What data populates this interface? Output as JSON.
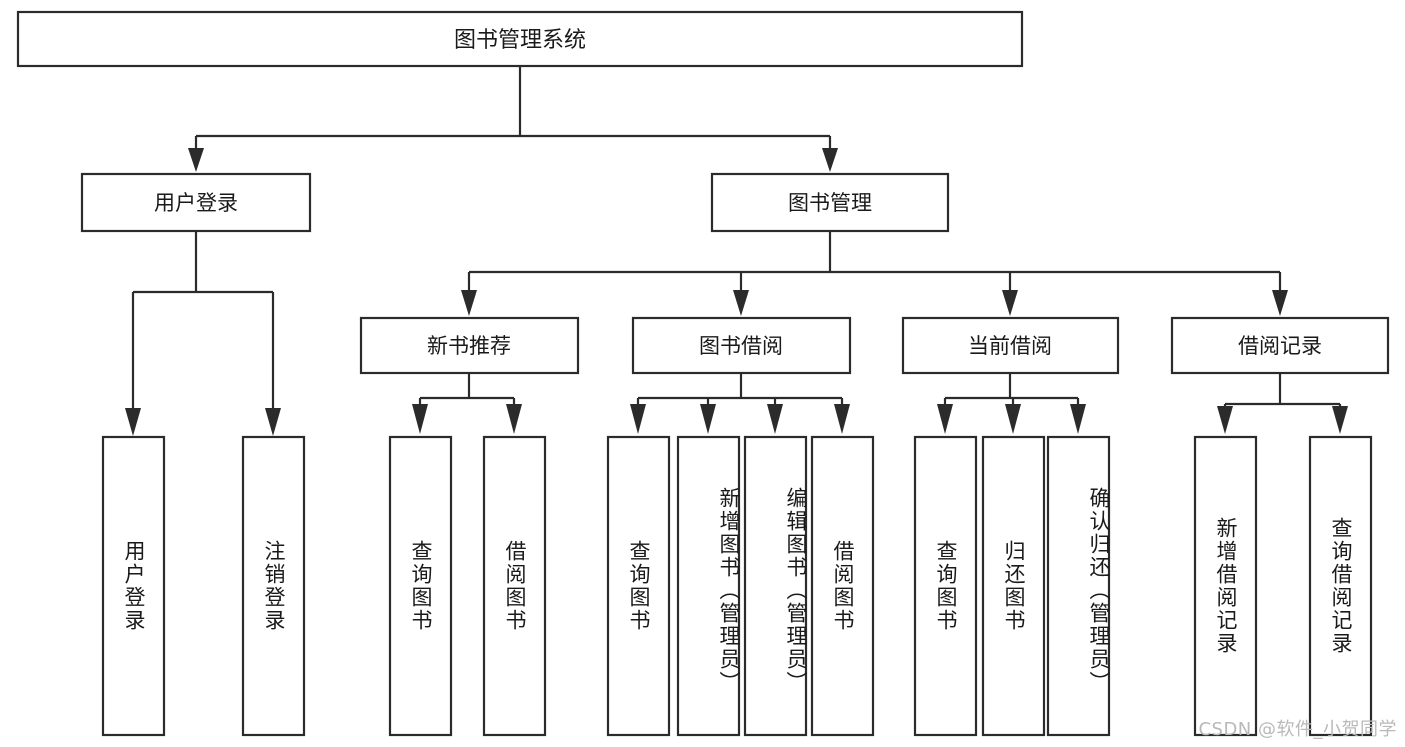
{
  "diagram": {
    "type": "hierarchy-tree",
    "title": "图书管理系统",
    "watermark": "CSDN @软件_小贺同学",
    "colors": {
      "stroke": "#2b2b2b",
      "fill": "#ffffff",
      "text": "#1a1a1a",
      "watermark": "#b9b9b9",
      "background": "#ffffff"
    },
    "levels": {
      "root": "图书管理系统",
      "level2": [
        "用户登录",
        "图书管理"
      ],
      "level3": [
        "新书推荐",
        "图书借阅",
        "当前借阅",
        "借阅记录"
      ]
    },
    "nodes": {
      "root": {
        "label": "图书管理系统"
      },
      "user_login": {
        "label": "用户登录"
      },
      "book_mgmt": {
        "label": "图书管理"
      },
      "new_book_rec": {
        "label": "新书推荐"
      },
      "book_borrow": {
        "label": "图书借阅"
      },
      "current_borrow": {
        "label": "当前借阅"
      },
      "borrow_record": {
        "label": "借阅记录"
      },
      "leaf_1": {
        "label": "用户登录"
      },
      "leaf_2": {
        "label": "注销登录"
      },
      "leaf_3": {
        "label": "查询图书"
      },
      "leaf_4": {
        "label": "借阅图书"
      },
      "leaf_5": {
        "label": "查询图书"
      },
      "leaf_6": {
        "label": "新增图书（管理员）"
      },
      "leaf_7": {
        "label": "编辑图书（管理员）"
      },
      "leaf_8": {
        "label": "借阅图书"
      },
      "leaf_9": {
        "label": "查询图书"
      },
      "leaf_10": {
        "label": "归还图书"
      },
      "leaf_11": {
        "label": "确认归还（管理员）"
      },
      "leaf_12": {
        "label": "新增借阅记录"
      },
      "leaf_13": {
        "label": "查询借阅记录"
      }
    },
    "edges": [
      {
        "from": "root",
        "to": "user_login"
      },
      {
        "from": "root",
        "to": "book_mgmt"
      },
      {
        "from": "user_login",
        "to": "leaf_1"
      },
      {
        "from": "user_login",
        "to": "leaf_2"
      },
      {
        "from": "book_mgmt",
        "to": "new_book_rec"
      },
      {
        "from": "book_mgmt",
        "to": "book_borrow"
      },
      {
        "from": "book_mgmt",
        "to": "current_borrow"
      },
      {
        "from": "book_mgmt",
        "to": "borrow_record"
      },
      {
        "from": "new_book_rec",
        "to": "leaf_3"
      },
      {
        "from": "new_book_rec",
        "to": "leaf_4"
      },
      {
        "from": "book_borrow",
        "to": "leaf_5"
      },
      {
        "from": "book_borrow",
        "to": "leaf_6"
      },
      {
        "from": "book_borrow",
        "to": "leaf_7"
      },
      {
        "from": "book_borrow",
        "to": "leaf_8"
      },
      {
        "from": "current_borrow",
        "to": "leaf_9"
      },
      {
        "from": "current_borrow",
        "to": "leaf_10"
      },
      {
        "from": "current_borrow",
        "to": "leaf_11"
      },
      {
        "from": "borrow_record",
        "to": "leaf_12"
      },
      {
        "from": "borrow_record",
        "to": "leaf_13"
      }
    ]
  }
}
